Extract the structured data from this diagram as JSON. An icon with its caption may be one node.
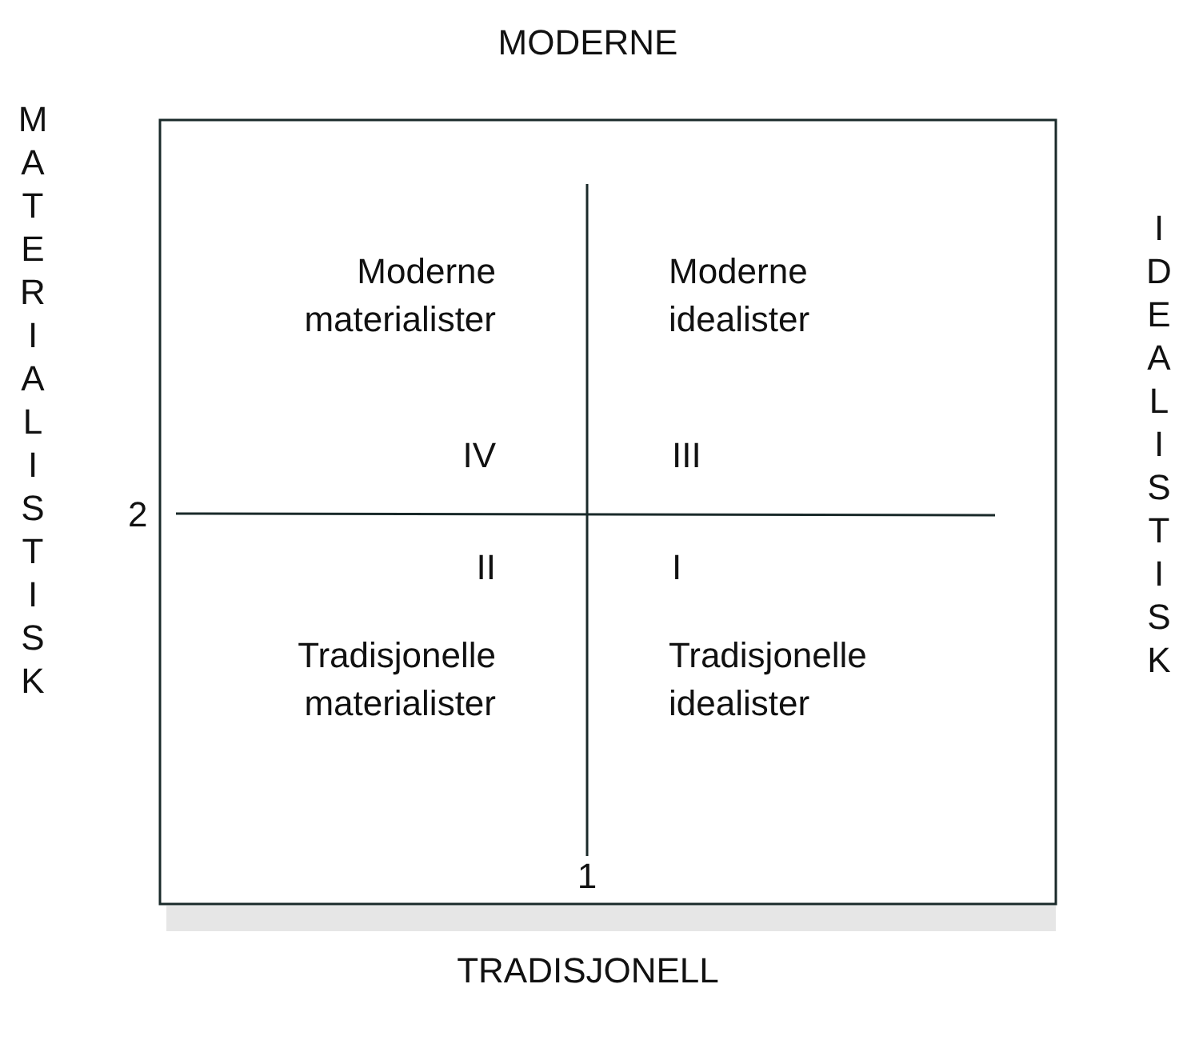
{
  "diagram": {
    "labels": [
      "MODERNE",
      "MATERIALISTISK",
      "Moderne materialister",
      "Moderne idealister",
      "IDEALISTISK",
      "IV",
      "III",
      "2",
      "II",
      "I",
      "Tradisjonelle materialister",
      "Tradisjonelle idealister",
      "1",
      "TRADISJONELL"
    ]
  }
}
